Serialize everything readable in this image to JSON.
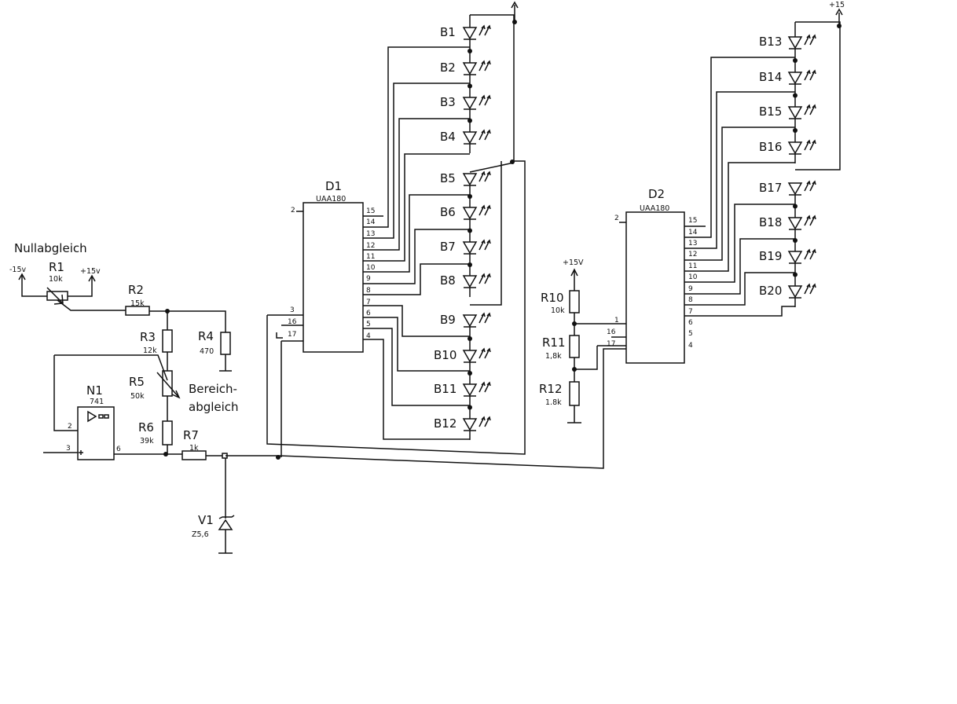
{
  "left": {
    "nullabgleich": "Nullabgleich",
    "r1": {
      "name": "R1",
      "value": "10k"
    },
    "minus15": "-15v",
    "plus15a": "+15v",
    "r2": {
      "name": "R2",
      "value": "15k"
    },
    "r3": {
      "name": "R3",
      "value": "12k"
    },
    "r4": {
      "name": "R4",
      "value": "470"
    },
    "r5": {
      "name": "R5",
      "value": "50k"
    },
    "bereich1": "Bereich-",
    "bereich2": "abgleich",
    "r6": {
      "name": "R6",
      "value": "39k"
    },
    "r7": {
      "name": "R7",
      "value": "1k"
    },
    "n1": {
      "name": "N1",
      "type": "741",
      "pin2": "2",
      "pin3": "3",
      "pin6": "6"
    },
    "v1": {
      "name": "V1",
      "value": "Z5,6"
    }
  },
  "d1": {
    "name": "D1",
    "type": "UAA180",
    "pins_right": [
      "15",
      "14",
      "13",
      "12",
      "11",
      "10",
      "9",
      "8",
      "7",
      "6",
      "5",
      "4"
    ],
    "pins_left": [
      "2",
      "3",
      "16",
      "17"
    ]
  },
  "d2": {
    "name": "D2",
    "type": "UAA180",
    "pins_right": [
      "15",
      "14",
      "13",
      "12",
      "11",
      "10",
      "9",
      "8",
      "7",
      "6",
      "5",
      "4"
    ],
    "pins_left": [
      "2",
      "1",
      "16",
      "17"
    ]
  },
  "mid": {
    "plus15": "+15V",
    "r10": {
      "name": "R10",
      "value": "10k"
    },
    "r11": {
      "name": "R11",
      "value": "1,8k"
    },
    "r12": {
      "name": "R12",
      "value": "1.8k"
    }
  },
  "right_supply": "+15",
  "leds_d1": [
    "B1",
    "B2",
    "B3",
    "B4",
    "B5",
    "B6",
    "B7",
    "B8",
    "B9",
    "B10",
    "B11",
    "B12"
  ],
  "leds_d2": [
    "B13",
    "B14",
    "B15",
    "B16",
    "B17",
    "B18",
    "B19",
    "B20"
  ]
}
